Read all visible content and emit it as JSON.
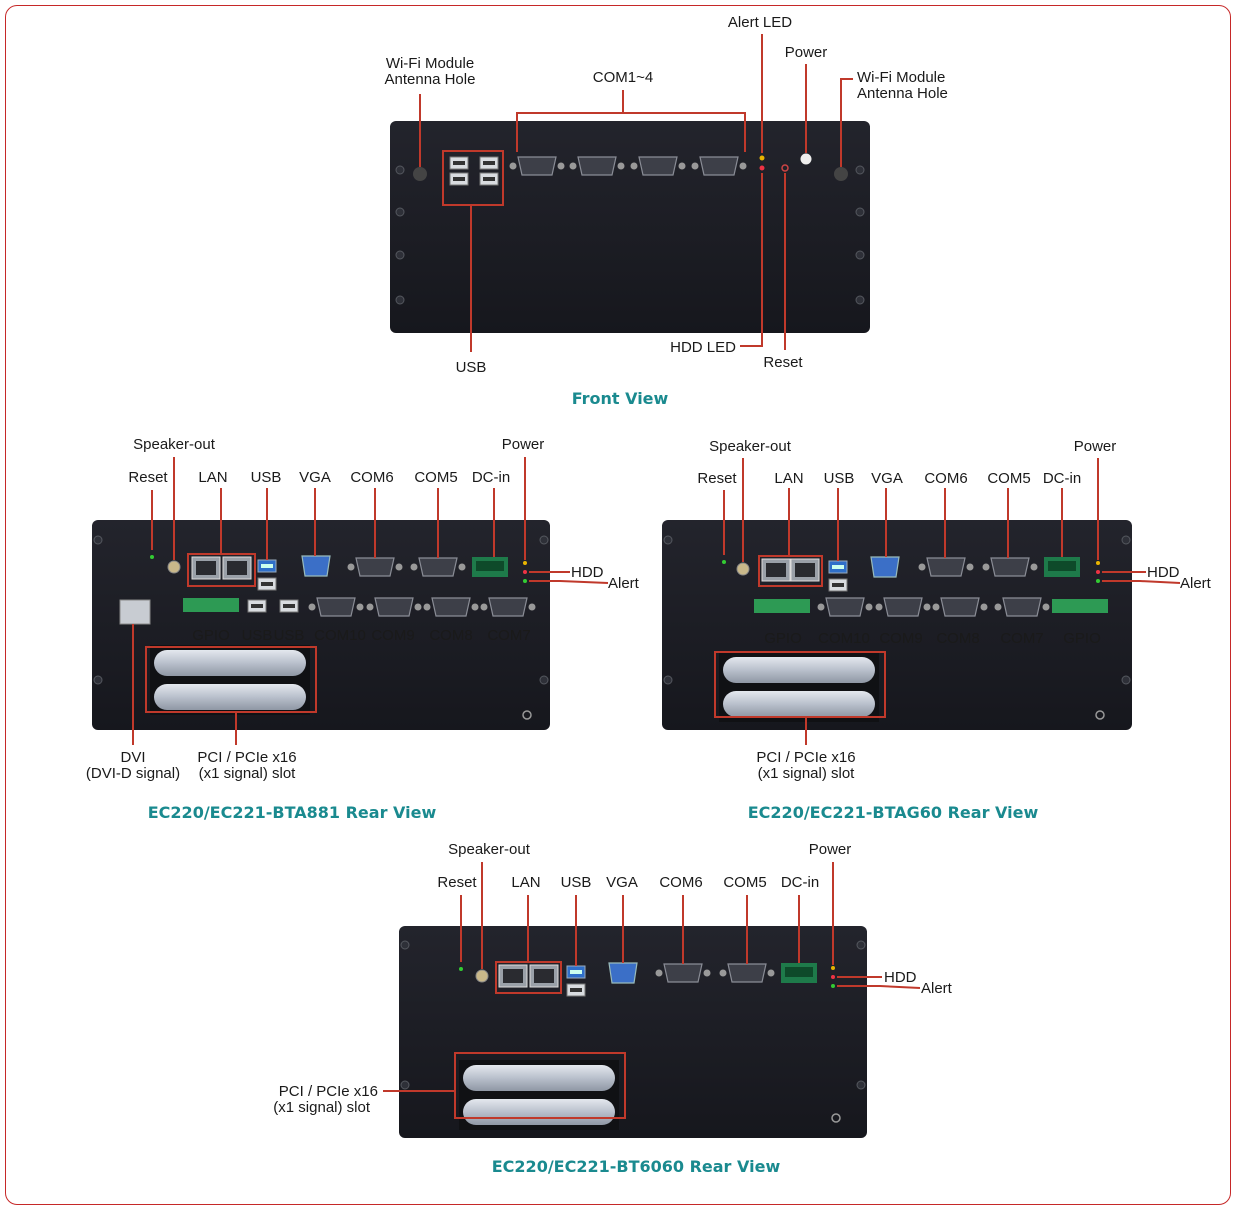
{
  "front": {
    "caption": "Front View",
    "labels": {
      "wifi_left": [
        "Wi-Fi Module",
        "Antenna Hole"
      ],
      "com": "COM1~4",
      "alert_led": "Alert LED",
      "power": "Power",
      "wifi_right": [
        "Wi-Fi Module",
        "Antenna Hole"
      ],
      "usb": "USB",
      "hdd_led": "HDD LED",
      "reset": "Reset"
    }
  },
  "rear1": {
    "caption": "EC220/EC221-BTA881 Rear View",
    "labels": {
      "speaker": "Speaker-out",
      "reset": "Reset",
      "lan": "LAN",
      "usb": "USB",
      "vga": "VGA",
      "com6": "COM6",
      "com5": "COM5",
      "dcin": "DC-in",
      "power": "Power",
      "hdd": "HDD",
      "alert": "Alert",
      "gpio": "GPIO",
      "usb_a": "USB",
      "usb_b": "USB",
      "com10": "COM10",
      "com9": "COM9",
      "com8": "COM8",
      "com7": "COM7",
      "dvi": [
        "DVI",
        "(DVI-D signal)"
      ],
      "pci": [
        "PCI / PCIe x16",
        "(x1 signal) slot"
      ]
    }
  },
  "rear2": {
    "caption": "EC220/EC221-BTAG60 Rear View",
    "labels": {
      "speaker": "Speaker-out",
      "reset": "Reset",
      "lan": "LAN",
      "usb": "USB",
      "vga": "VGA",
      "com6": "COM6",
      "com5": "COM5",
      "dcin": "DC-in",
      "power": "Power",
      "hdd": "HDD",
      "alert": "Alert",
      "gpio_l": "GPIO",
      "com10": "COM10",
      "com9": "COM9",
      "com8": "COM8",
      "com7": "COM7",
      "gpio_r": "GPIO",
      "pci": [
        "PCI / PCIe x16",
        "(x1 signal) slot"
      ]
    }
  },
  "rear3": {
    "caption": "EC220/EC221-BT6060 Rear View",
    "labels": {
      "speaker": "Speaker-out",
      "reset": "Reset",
      "lan": "LAN",
      "usb": "USB",
      "vga": "VGA",
      "com6": "COM6",
      "com5": "COM5",
      "dcin": "DC-in",
      "power": "Power",
      "hdd": "HDD",
      "alert": "Alert",
      "pci": [
        "PCI / PCIe x16",
        "(x1 signal) slot"
      ]
    }
  },
  "colors": {
    "accent": "#c0392b",
    "caption": "#1a8a8f",
    "chassis": "#1c1d24"
  }
}
